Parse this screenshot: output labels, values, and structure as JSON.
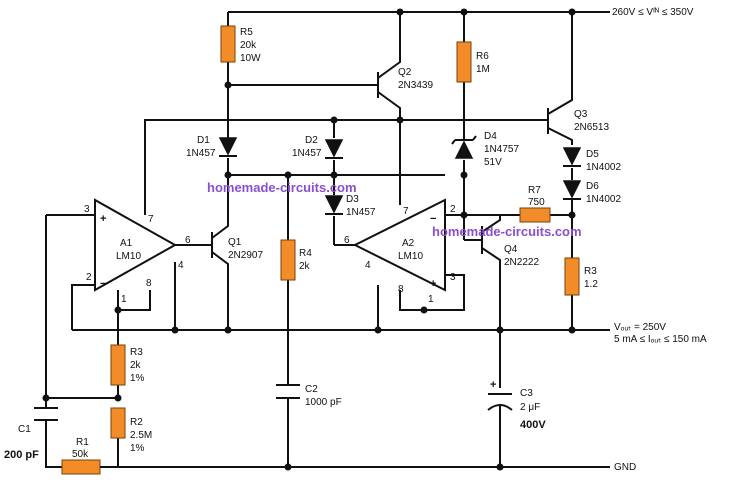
{
  "rails": {
    "vin": "260V ≤ Vᴵᴺ ≤ 350V",
    "vout_line1": "Vₒᵤₜ = 250V",
    "vout_line2": "5 mA ≤ Iₒᵤₜ ≤ 150 mA",
    "gnd": "GND"
  },
  "watermarks": [
    "homemade-circuits.com",
    "homemade-circuits.com"
  ],
  "resistors": {
    "r5": {
      "name": "R5",
      "value": "20k",
      "extra": "10W"
    },
    "r6": {
      "name": "R6",
      "value": "1M"
    },
    "r4": {
      "name": "R4",
      "value": "2k"
    },
    "r7": {
      "name": "R7",
      "value": "750"
    },
    "r3b": {
      "name": "R3",
      "value": "1.2"
    },
    "r3": {
      "name": "R3",
      "value": "2k",
      "extra": "1%"
    },
    "r2": {
      "name": "R2",
      "value": "2.5M",
      "extra": "1%"
    },
    "r1": {
      "name": "R1",
      "value": "50k"
    }
  },
  "capacitors": {
    "c1": {
      "name": "C1",
      "value": "200 pF"
    },
    "c2": {
      "name": "C2",
      "value": "1000 pF"
    },
    "c3": {
      "name": "C3",
      "value": "2 μF",
      "extra": "400V"
    }
  },
  "diodes": {
    "d1": {
      "name": "D1",
      "part": "1N457"
    },
    "d2": {
      "name": "D2",
      "part": "1N457"
    },
    "d3": {
      "name": "D3",
      "part": "1N457"
    },
    "d4": {
      "name": "D4",
      "part": "1N4757",
      "extra": "51V"
    },
    "d5": {
      "name": "D5",
      "part": "1N4002"
    },
    "d6": {
      "name": "D6",
      "part": "1N4002"
    }
  },
  "transistors": {
    "q1": {
      "name": "Q1",
      "part": "2N2907"
    },
    "q2": {
      "name": "Q2",
      "part": "2N3439"
    },
    "q3": {
      "name": "Q3",
      "part": "2N6513"
    },
    "q4": {
      "name": "Q4",
      "part": "2N2222"
    }
  },
  "opamps": {
    "a1": {
      "name": "A1",
      "part": "LM10",
      "pins": [
        "3",
        "2",
        "7",
        "6",
        "4",
        "1",
        "8"
      ]
    },
    "a2": {
      "name": "A2",
      "part": "LM10",
      "pins": [
        "7",
        "2",
        "6",
        "3",
        "8",
        "4",
        "1"
      ]
    }
  }
}
